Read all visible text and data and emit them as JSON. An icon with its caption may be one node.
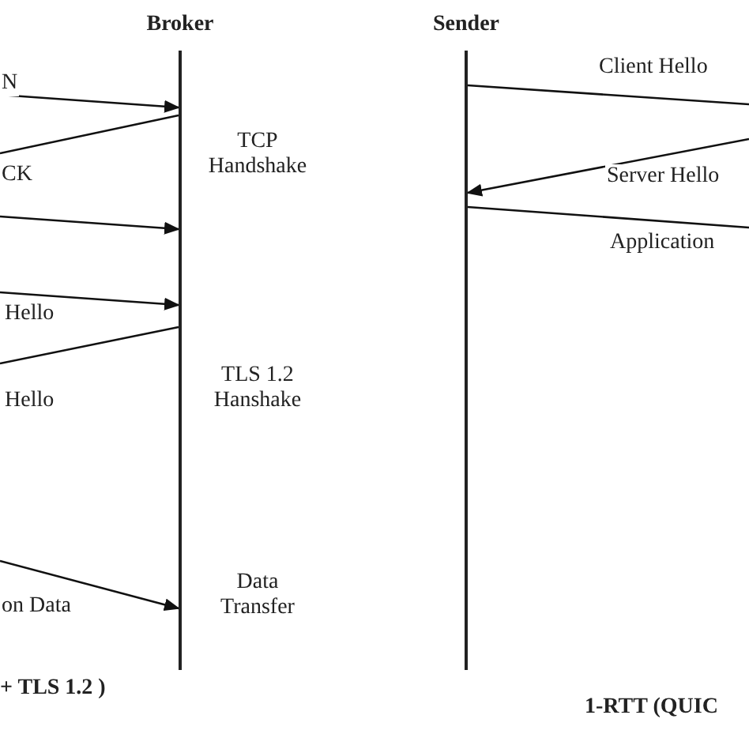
{
  "diagram": {
    "nodes": [
      {
        "text": [
          "Broker"
        ]
      },
      {
        "text": [
          "Sender"
        ]
      }
    ],
    "edges": [
      {
        "from": null,
        "to": 0,
        "arrow": "to",
        "label": "N"
      },
      {
        "from": 0,
        "to": null,
        "arrow": "none",
        "label": "CK"
      },
      {
        "from": null,
        "to": 0,
        "arrow": "to"
      },
      {
        "from": null,
        "to": 0,
        "arrow": "to",
        "label": "Hello"
      },
      {
        "from": 0,
        "to": null,
        "arrow": "none",
        "label": "Hello"
      },
      {
        "from": null,
        "to": 0,
        "arrow": "to",
        "label": "on Data"
      },
      {
        "from": 1,
        "to": null,
        "arrow": "none",
        "label": "Client Hello"
      },
      {
        "from": null,
        "to": 1,
        "arrow": "to",
        "label": "Server Hello"
      },
      {
        "from": 1,
        "to": null,
        "arrow": "none",
        "label": "Application"
      }
    ],
    "labels": [
      "TCP Handshake",
      "TLS 1.2 Hanshake",
      "Data Transfer",
      "+ TLS 1.2 )",
      "1-RTT (QUIC"
    ]
  }
}
